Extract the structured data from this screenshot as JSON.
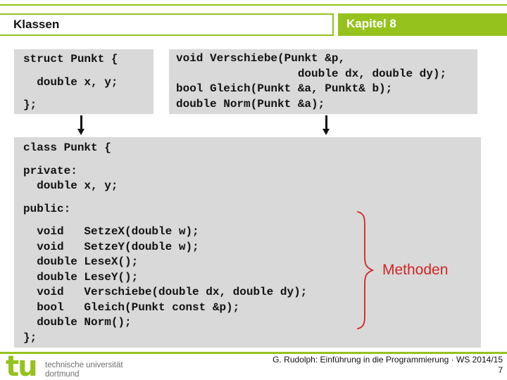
{
  "header": {
    "title": "Klassen",
    "chapter": "Kapitel 8"
  },
  "boxes": {
    "struct_box": {
      "lines": [
        "struct Punkt {",
        "",
        "  double x, y;",
        "",
        "};"
      ]
    },
    "functions_box": {
      "lines": [
        "void Verschiebe(Punkt &p,",
        "                  double dx, double dy);",
        "bool Gleich(Punkt &a, Punkt& b);",
        "double Norm(Punkt &a);"
      ]
    },
    "class_box": {
      "lines": [
        "class Punkt {",
        "",
        "private:",
        "  double x, y;",
        "",
        "public:",
        "",
        "  void   SetzeX(double w);",
        "  void   SetzeY(double w);",
        "  double LeseX();",
        "  double LeseY();",
        "  void   Verschiebe(double dx, double dy);",
        "  bool   Gleich(Punkt const &p);",
        "  double Norm();",
        "};"
      ]
    }
  },
  "annotation": {
    "label": "Methoden"
  },
  "footer": {
    "logo_text": "tu",
    "university": "technische universität\ndortmund",
    "credit": "G. Rudolph: Einführung in die Programmierung · WS 2014/15",
    "page_number": "7"
  },
  "colors": {
    "accent_green": "#96c21e",
    "box_gray": "#d9d9d9",
    "annotation_red": "#d02525",
    "text_black": "#111111"
  }
}
